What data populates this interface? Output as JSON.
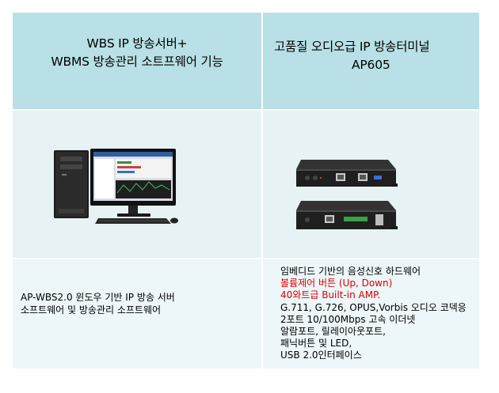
{
  "header": {
    "left": {
      "line1": "WBS IP 방송서버+",
      "line2": "WBMS 방송관리 소트프웨어 기능"
    },
    "right": {
      "line1": "고품질 오디오급 IP 방송터미널",
      "line2": "AP605"
    }
  },
  "images": {
    "left": "pc-with-software-screen",
    "right": "ap605-terminal-front-and-back"
  },
  "desc_left": {
    "line1": "AP-WBS2.0 윈도우 기반 IP 방송 서버",
    "line2": "소프트웨어 및 방송관리 소프트웨어"
  },
  "desc_right": {
    "items": [
      {
        "text": "임베디드 기반의 음성신호 하드웨어",
        "color": "#000000"
      },
      {
        "text": "볼륨제어 버튼 (Up, Down)",
        "color": "#e00000"
      },
      {
        "text": "40와트급 Built-in AMP.",
        "color": "#e00000"
      },
      {
        "text": "G.711, G.726, OPUS,Vorbis 오디오 코덱응",
        "color": "#000000"
      },
      {
        "text": "2포트 10/100Mbps 고속 이더넷",
        "color": "#000000"
      },
      {
        "text": "알람포트, 릴레이아웃포트,",
        "color": "#000000"
      },
      {
        "text": "패닉버튼 및 LED,",
        "color": "#000000"
      },
      {
        "text": "USB 2.0인터페이스",
        "color": "#000000"
      }
    ]
  },
  "colors": {
    "header_bg": "#b8e0e6",
    "row_bg": "#e6f2f4",
    "highlight": "#e00000"
  }
}
